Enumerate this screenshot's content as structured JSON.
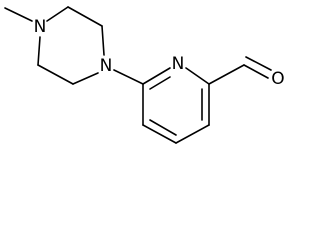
{
  "molecule": {
    "atoms": {
      "n_methyl": "N",
      "n_aryl": "N",
      "n_pyridine": "N",
      "o_aldehyde": "O"
    }
  },
  "colors": {
    "bond": "#000000",
    "label": "#000000",
    "background": "#ffffff"
  }
}
